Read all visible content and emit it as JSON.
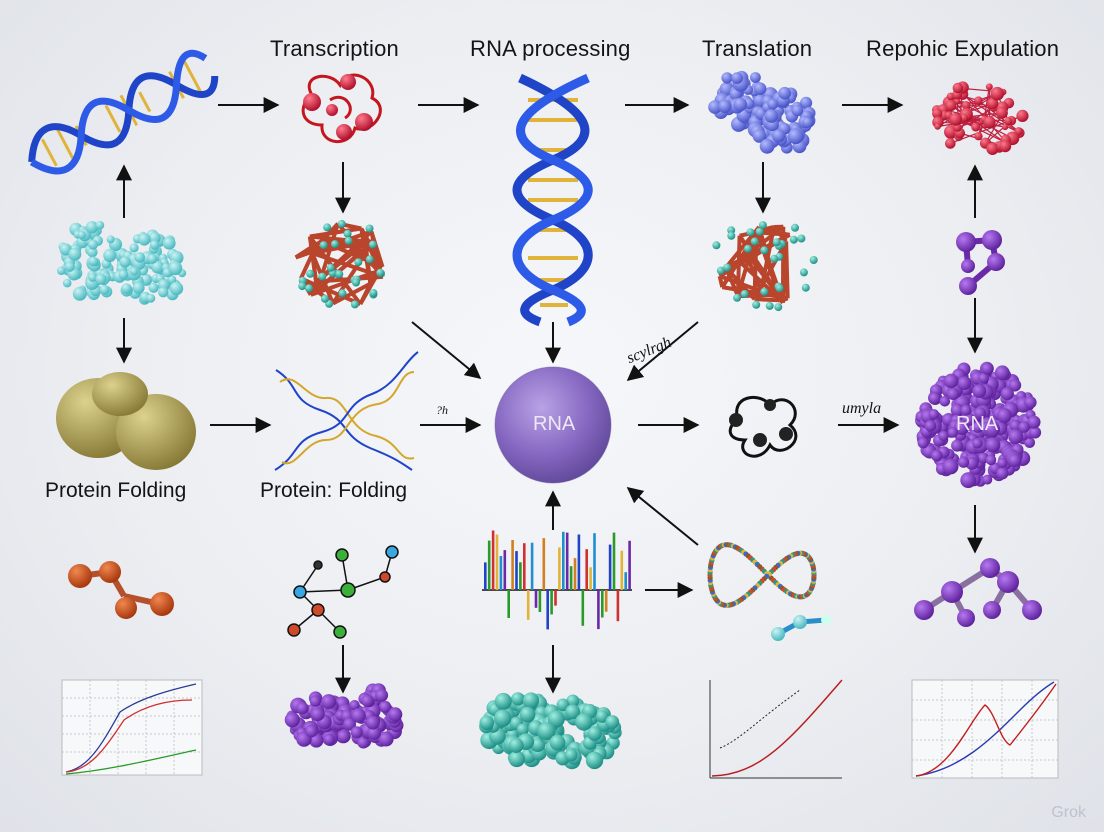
{
  "titles": {
    "transcription": "Transcription",
    "rna_processing": "RNA processing",
    "translation": "Translation",
    "repohic_expulation": "Repohic Expulation"
  },
  "captions": {
    "protein_folding_left": "Protein Folding",
    "protein_folding_mid": "Protein: Folding"
  },
  "center_nodes": {
    "rna_center": "RNA",
    "rna_right": "RNA"
  },
  "edge_labels": {
    "scylrgh": "scylrgh",
    "umyla": "umyla",
    "tiny": "?h"
  },
  "icons": [
    "dna-helix-icon",
    "ribosome-icon",
    "protein-blob-icon",
    "molecule-icon",
    "bar-spectrum-icon",
    "line-chart-icon"
  ],
  "colors": {
    "dna_blue": "#1f44c8",
    "dna_rung": "#e0b43a",
    "rna_purple": "#8d72c6",
    "cluster_purple": "#7a32c0",
    "cluster_red": "#d0203c",
    "cluster_teal": "#3ec6b4",
    "blob_tan": "#b9ab66"
  },
  "watermark": "Grok"
}
